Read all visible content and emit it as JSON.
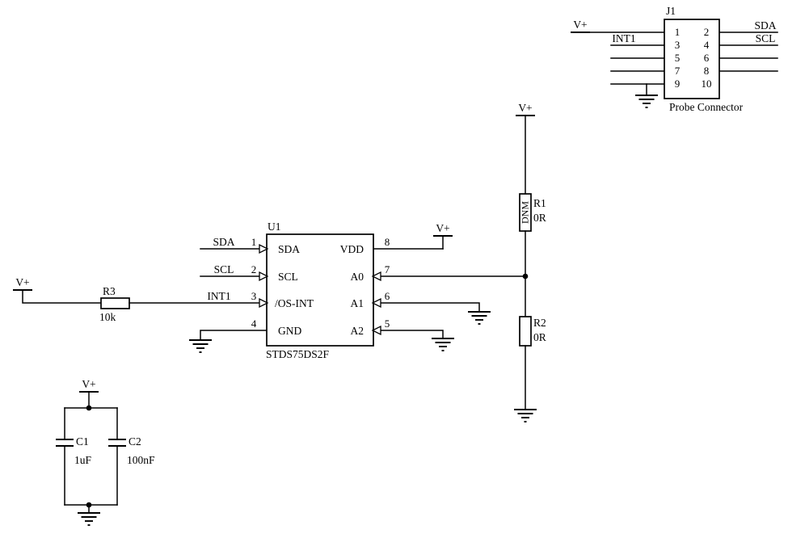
{
  "power": {
    "vplus_label": "V+"
  },
  "connector_j1": {
    "ref": "J1",
    "title": "Probe Connector",
    "pin_numbers_left": [
      "1",
      "3",
      "5",
      "7",
      "9"
    ],
    "pin_numbers_right": [
      "2",
      "4",
      "6",
      "8",
      "10"
    ],
    "net_labels": {
      "int1": "INT1",
      "sda": "SDA",
      "scl": "SCL"
    }
  },
  "ic_u1": {
    "ref": "U1",
    "part_number": "STDS75DS2F",
    "left_pins": [
      {
        "num": "1",
        "name": "SDA"
      },
      {
        "num": "2",
        "name": "SCL"
      },
      {
        "num": "3",
        "name": "/OS-INT"
      },
      {
        "num": "4",
        "name": "GND"
      }
    ],
    "right_pins": [
      {
        "num": "8",
        "name": "VDD"
      },
      {
        "num": "7",
        "name": "A0"
      },
      {
        "num": "6",
        "name": "A1"
      },
      {
        "num": "5",
        "name": "A2"
      }
    ],
    "net_labels": {
      "sda": "SDA",
      "scl": "SCL",
      "int1": "INT1"
    }
  },
  "resistors": {
    "r3": {
      "ref": "R3",
      "value": "10k"
    },
    "r1": {
      "ref": "R1",
      "value": "0R",
      "fit_note": "DNM"
    },
    "r2": {
      "ref": "R2",
      "value": "0R"
    }
  },
  "capacitors": {
    "c1": {
      "ref": "C1",
      "value": "1uF"
    },
    "c2": {
      "ref": "C2",
      "value": "100nF"
    }
  }
}
